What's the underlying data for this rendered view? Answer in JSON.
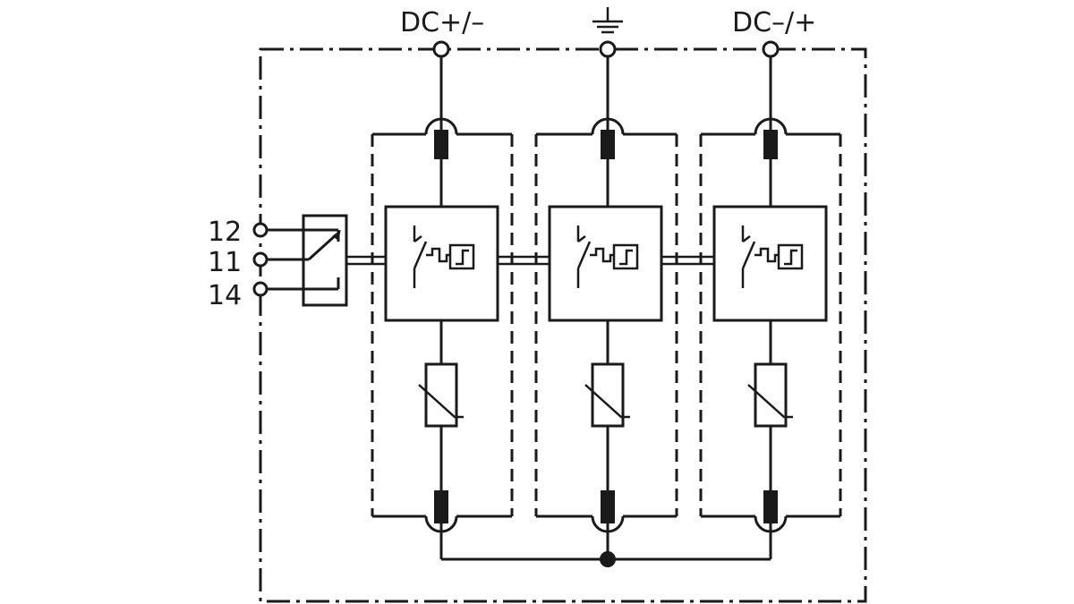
{
  "terminals": {
    "dc_left": "DC+/–",
    "dc_right": "DC–/+"
  },
  "aux_contacts": [
    "12",
    "11",
    "14"
  ],
  "colors": {
    "ink": "#1a1a1a",
    "background": "#ffffff"
  },
  "icons": {
    "ground": "earth-ground-icon",
    "disconnector": "thermal-disconnector-icon",
    "varistor": "varistor-icon",
    "fuse": "fuse-icon",
    "relay": "signal-relay-icon"
  }
}
